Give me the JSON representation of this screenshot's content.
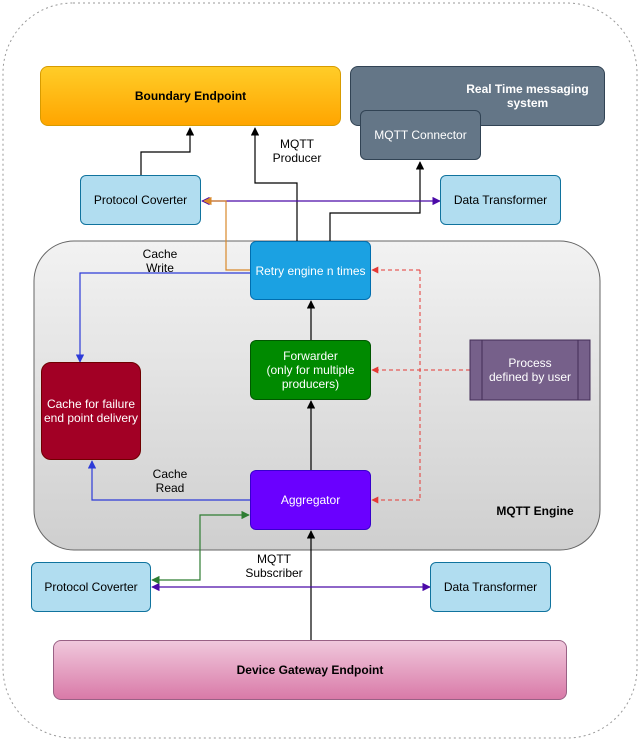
{
  "diagram": {
    "boundary_endpoint": "Boundary Endpoint",
    "realtime_system": "Real Time messaging system",
    "mqtt_connector": "MQTT Connector",
    "protocol_converter_top": "Protocol Coverter",
    "data_transformer_top": "Data Transformer",
    "retry_engine": "Retry engine n times",
    "forwarder": "Forwarder\n(only for multiple\nproducers)",
    "process_user": "Process\ndefined by user",
    "cache_failure": "Cache for failure\nend point delivery",
    "aggregator": "Aggregator",
    "mqtt_engine": "MQTT Engine",
    "protocol_converter_bottom": "Protocol Coverter",
    "data_transformer_bottom": "Data Transformer",
    "device_gateway": "Device Gateway Endpoint",
    "label_mqtt_producer": "MQTT\nProducer",
    "label_cache_write": "Cache\nWrite",
    "label_cache_read": "Cache\nRead",
    "label_mqtt_subscriber": "MQTT\nSubscriber"
  },
  "colors": {
    "boundary_fill": "#ffaa00",
    "realtime_fill": "#647687",
    "connector_fill": "#647687",
    "light_blue_fill": "#b1ddf0",
    "retry_fill": "#1ba1e2",
    "forwarder_fill": "#008a00",
    "process_fill": "#76608a",
    "cache_fill": "#a20025",
    "aggregator_fill": "#6a00ff",
    "engine_fill": "#e0e0e0",
    "device_fill": "#e6a0c0"
  }
}
